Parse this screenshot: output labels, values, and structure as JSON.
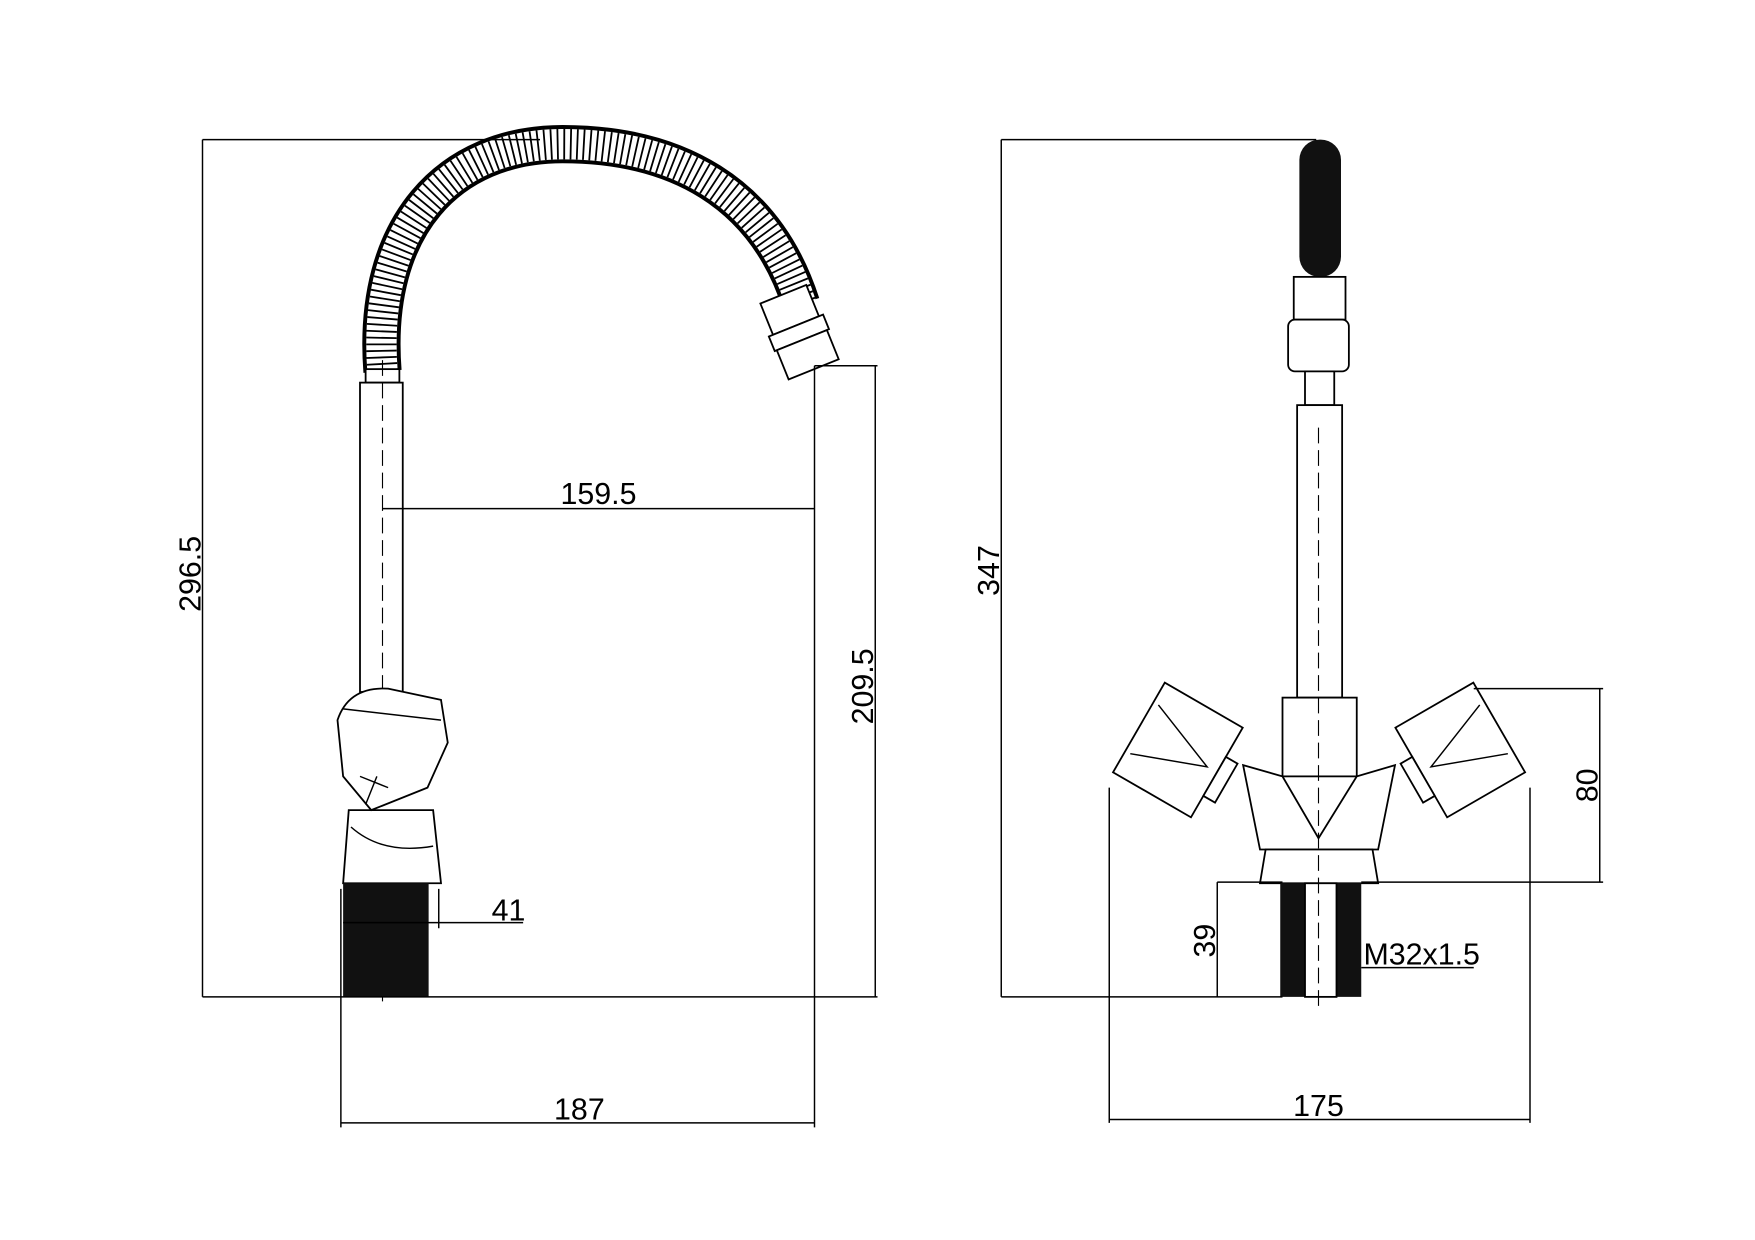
{
  "side_view": {
    "dimensions": {
      "total_height": "296.5",
      "spout_reach": "159.5",
      "spout_outlet_height": "209.5",
      "base_width": "41",
      "total_depth": "187"
    }
  },
  "front_view": {
    "dimensions": {
      "total_height": "347",
      "handle_height": "80",
      "thread_length": "39",
      "thread_spec": "M32x1.5",
      "total_width": "175"
    }
  },
  "colors": {
    "line": "#000000",
    "background": "#ffffff"
  }
}
